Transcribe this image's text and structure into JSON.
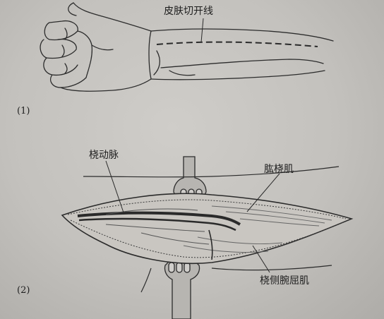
{
  "figure1": {
    "number": "(1)",
    "incision_label": "皮肤切开线"
  },
  "figure2": {
    "number": "(2)",
    "labels": {
      "radial_artery": "桡动脉",
      "brachioradialis": "肱桡肌",
      "flexor_carpi_radialis": "桡侧腕屈肌"
    }
  },
  "colors": {
    "paper": "#c6c4c0",
    "ink": "#2a2a2a"
  }
}
